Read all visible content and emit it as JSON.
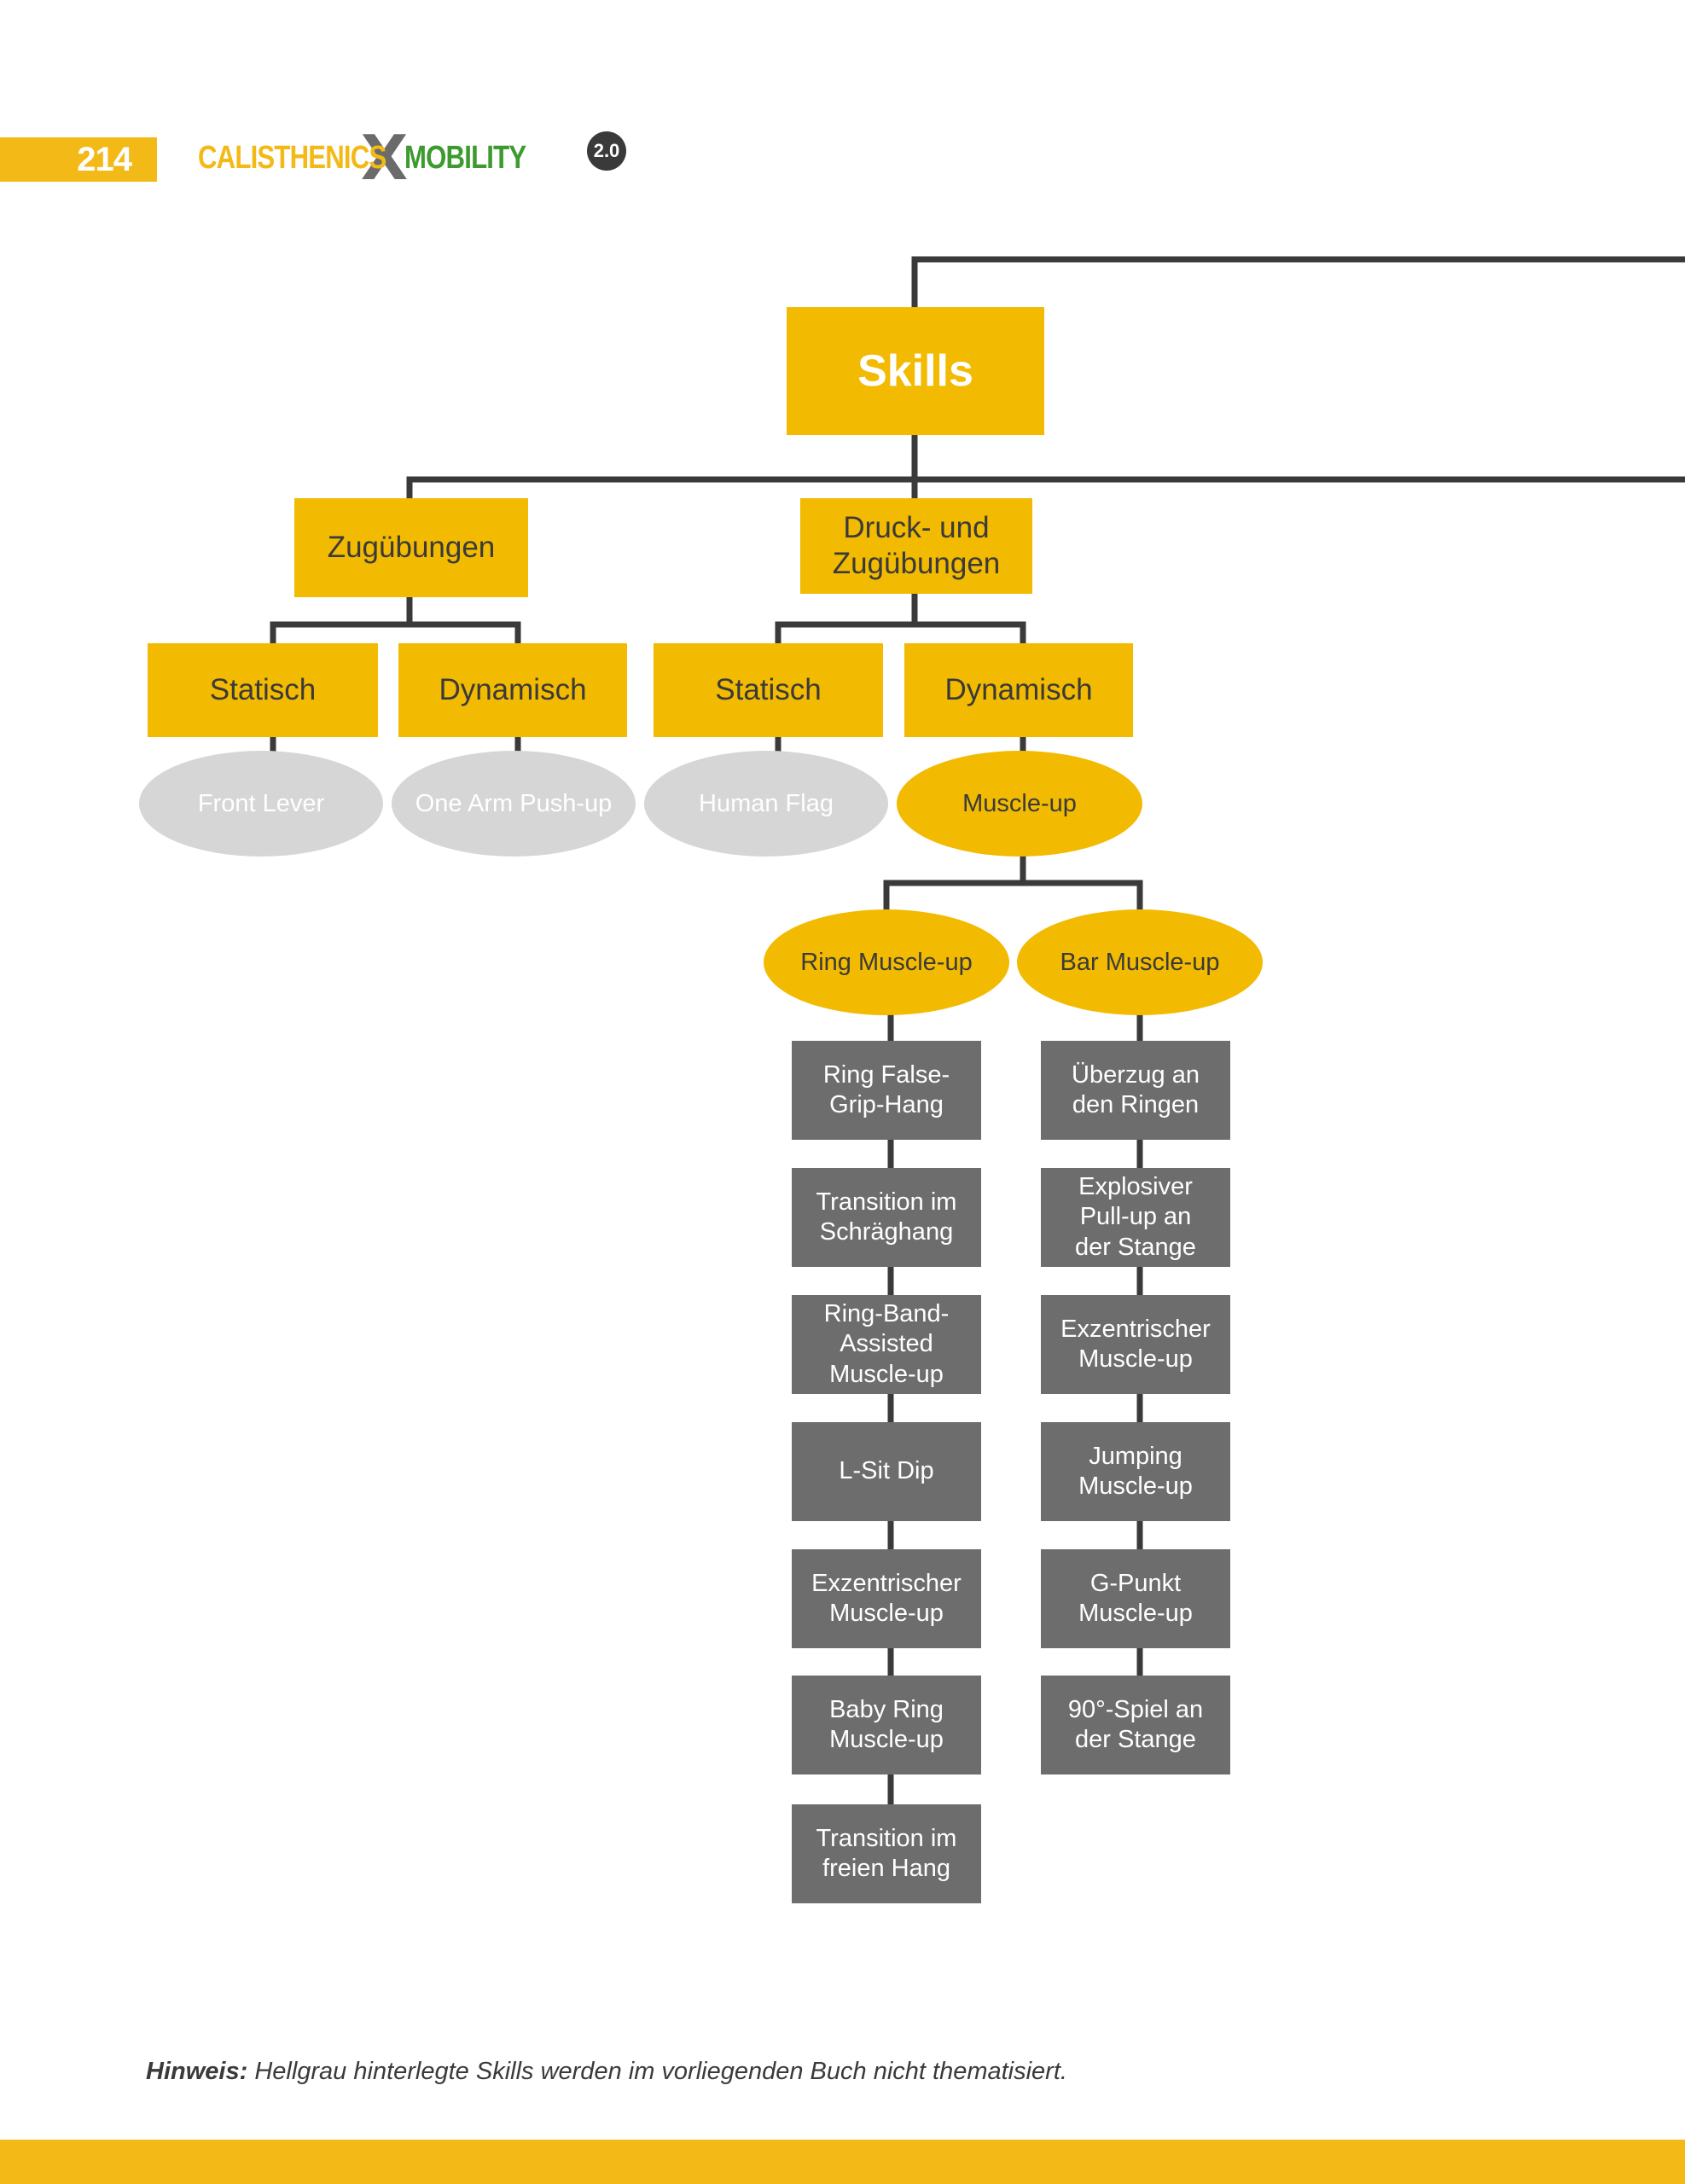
{
  "header": {
    "page_number": "214",
    "logo_part1": "CALISTHENICS",
    "logo_x": "X",
    "logo_part2": "MOBILITY",
    "logo_version": "2.0"
  },
  "colors": {
    "accent_yellow": "#f2ba00",
    "dark_box": "#6d6d6d",
    "light_grey": "#d6d6d6",
    "connector": "#3a3a3a",
    "logo_green": "#3c9a2e"
  },
  "diagram": {
    "root": "Skills",
    "branches": {
      "pull": {
        "label": "Zugübungen",
        "static": {
          "label": "Statisch",
          "skill": "Front Lever"
        },
        "dynamic": {
          "label": "Dynamisch",
          "skill": "One Arm Push-up"
        }
      },
      "push_pull": {
        "label": "Druck- und Zugübungen",
        "static": {
          "label": "Statisch",
          "skill": "Human Flag"
        },
        "dynamic": {
          "label": "Dynamisch",
          "skill": "Muscle-up"
        }
      }
    },
    "ring_muscle_up": {
      "label": "Ring Muscle-up",
      "steps": [
        "Ring False-Grip-Hang",
        "Transition im Schräghang",
        "Ring-Band-Assisted Muscle-up",
        "L-Sit Dip",
        "Exzentrischer Muscle-up",
        "Baby Ring Muscle-up",
        "Transition im freien Hang"
      ]
    },
    "bar_muscle_up": {
      "label": "Bar Muscle-up",
      "steps": [
        "Überzug an den Ringen",
        "Explosiver Pull-up an der Stange",
        "Exzentrischer Muscle-up",
        "Jumping Muscle-up",
        "G-Punkt Muscle-up",
        "90°-Spiel an der Stange"
      ]
    }
  },
  "note": {
    "label": "Hinweis:",
    "text": "Hellgrau hinterlegte Skills werden im vorliegenden Buch nicht thematisiert."
  }
}
